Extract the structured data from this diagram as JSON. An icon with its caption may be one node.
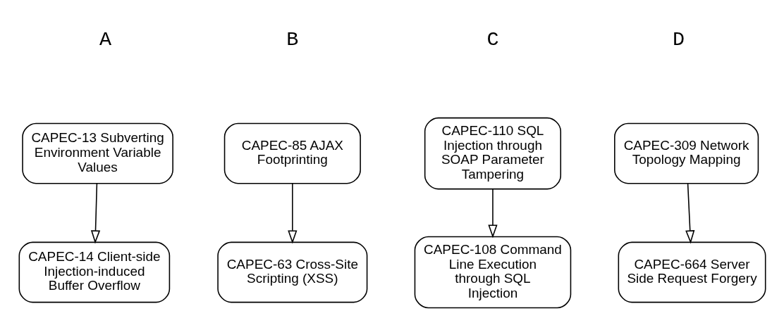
{
  "diagram": {
    "nodes": [
      {
        "text": [
          "CAPEC-13 Subverting Environment Variable Values"
        ]
      },
      {
        "text": [
          "CAPEC-14 Client-side Injection-induced Buffer Overflow"
        ]
      },
      {
        "text": [
          "CAPEC-85 AJAX Footprinting"
        ]
      },
      {
        "text": [
          "CAPEC-63 Cross-Site Scripting (XSS)"
        ]
      },
      {
        "text": [
          "CAPEC-110 SQL Injection through SOAP Parameter Tampering"
        ]
      },
      {
        "text": [
          "CAPEC-108 Command Line Execution through SQL Injection"
        ]
      },
      {
        "text": [
          "CAPEC-309 Network Topology Mapping"
        ]
      },
      {
        "text": [
          "CAPEC-664 Server Side Request Forgery"
        ]
      }
    ],
    "edges": [
      {
        "from": 0,
        "to": 1,
        "arrow": "to"
      },
      {
        "from": 2,
        "to": 3,
        "arrow": "to"
      },
      {
        "from": 4,
        "to": 5,
        "arrow": "to"
      },
      {
        "from": 6,
        "to": 7,
        "arrow": "to"
      }
    ],
    "labels": [
      "A",
      "B",
      "C",
      "D"
    ]
  }
}
